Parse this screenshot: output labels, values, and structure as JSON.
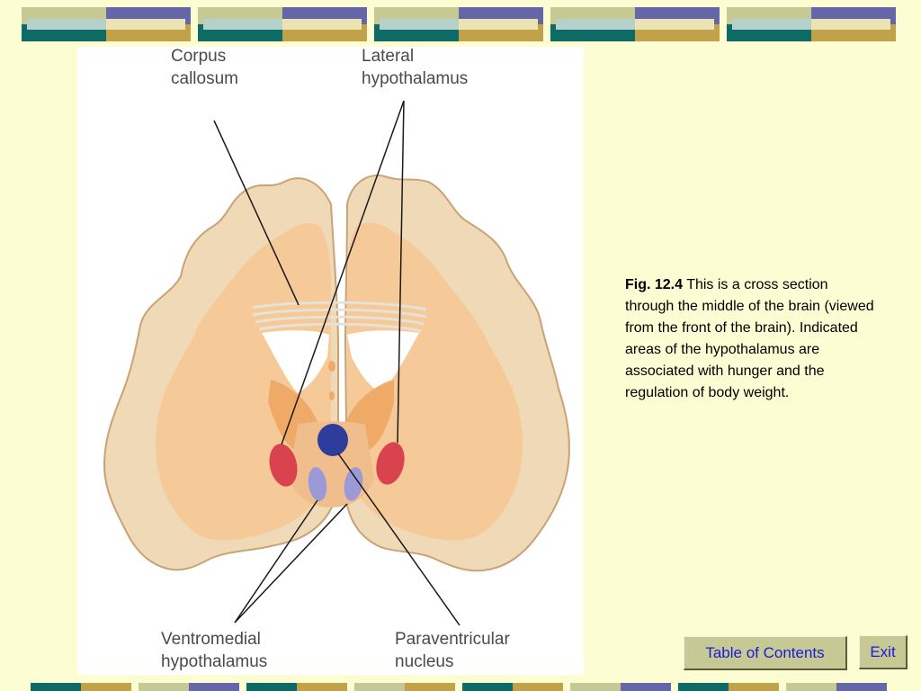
{
  "figure": {
    "labels": {
      "corpus_callosum": "Corpus\ncallosum",
      "lateral_hypothalamus": "Lateral\nhypothalamus",
      "ventromedial_hypothalamus": "Ventromedial\nhypothalamus",
      "paraventricular_nucleus": "Paraventricular\nnucleus"
    }
  },
  "caption": {
    "fig_number": "Fig. 12.4",
    "text": "This is a cross section through the middle of the brain (viewed from the front of the brain). Indicated areas of the hypothalamus are associated with hunger and the regulation of body weight."
  },
  "nav": {
    "toc_label": "Table of Contents",
    "exit_label": "Exit"
  },
  "colors": {
    "background": "#fdfdd4",
    "lateral_hypothalamus": "#d9434e",
    "ventromedial_hypothalamus": "#9b9ad6",
    "paraventricular_nucleus": "#2e3d9b",
    "brain_tissue": "#f6c998",
    "button": "#c6c994",
    "link_text": "#1a1ad6"
  }
}
